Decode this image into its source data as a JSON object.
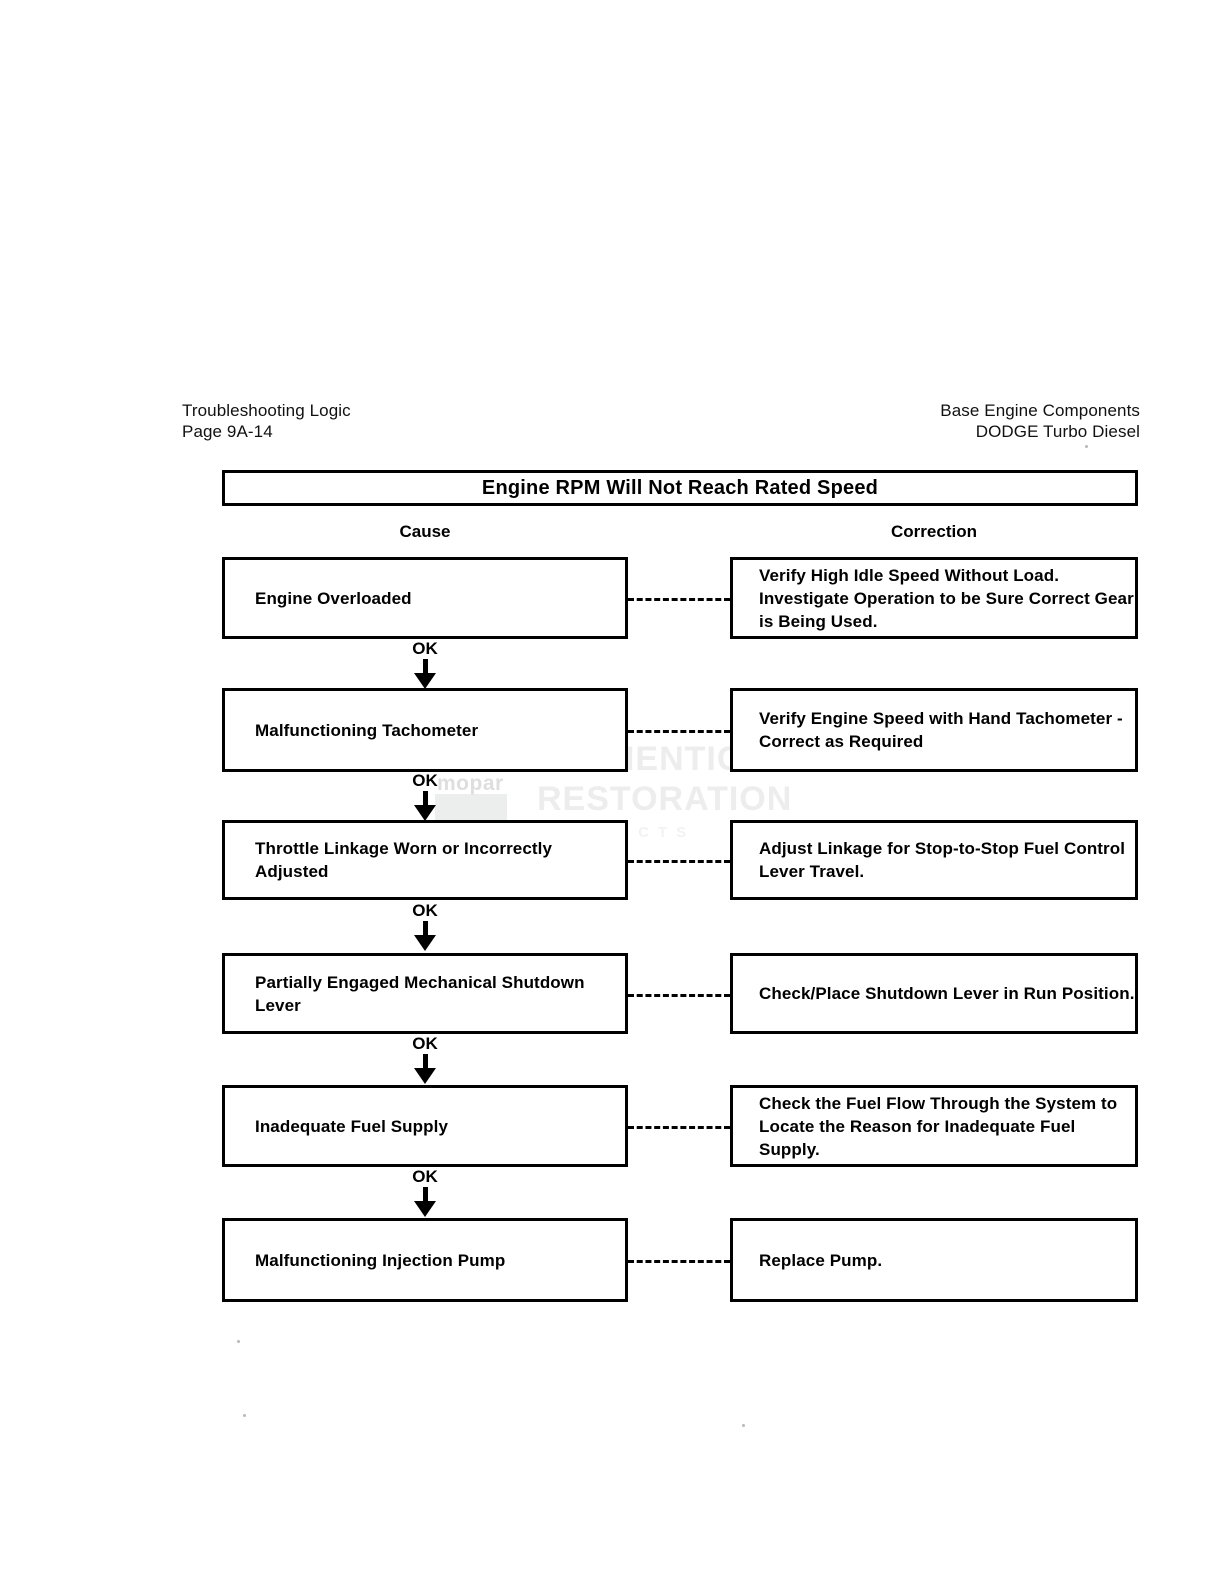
{
  "header": {
    "left_line1": "Troubleshooting Logic",
    "left_line2": "Page 9A-14",
    "right_line1": "Base Engine Components",
    "right_line2": "DODGE Turbo Diesel"
  },
  "chart_title": "Engine RPM Will Not Reach Rated Speed",
  "columns": {
    "cause_label": "Cause",
    "correction_label": "Correction"
  },
  "connector_label": "OK",
  "rows": [
    {
      "cause": "Engine Overloaded",
      "correction": "Verify High Idle Speed Without Load. Investigate Operation to be Sure Correct Gear is Being Used."
    },
    {
      "cause": "Malfunctioning Tachometer",
      "correction": "Verify Engine Speed with Hand Tachometer - Correct as Required"
    },
    {
      "cause": "Throttle Linkage Worn or Incorrectly Adjusted",
      "correction": "Adjust Linkage for Stop-to-Stop Fuel Control Lever Travel."
    },
    {
      "cause": "Partially Engaged Mechanical Shutdown Lever",
      "correction": "Check/Place Shutdown Lever in Run Position."
    },
    {
      "cause": "Inadequate Fuel Supply",
      "correction": "Check the Fuel Flow Through the System to Locate the Reason for Inadequate Fuel Supply."
    },
    {
      "cause": "Malfunctioning Injection Pump",
      "correction": "Replace Pump."
    }
  ],
  "watermark": {
    "brand": "mopar",
    "line1": "AUTHENTIC",
    "line2": "RESTORATION",
    "line3": "PRODUCTS"
  },
  "colors": {
    "ink": "#000000",
    "paper": "#ffffff",
    "watermark": "#ededee"
  }
}
